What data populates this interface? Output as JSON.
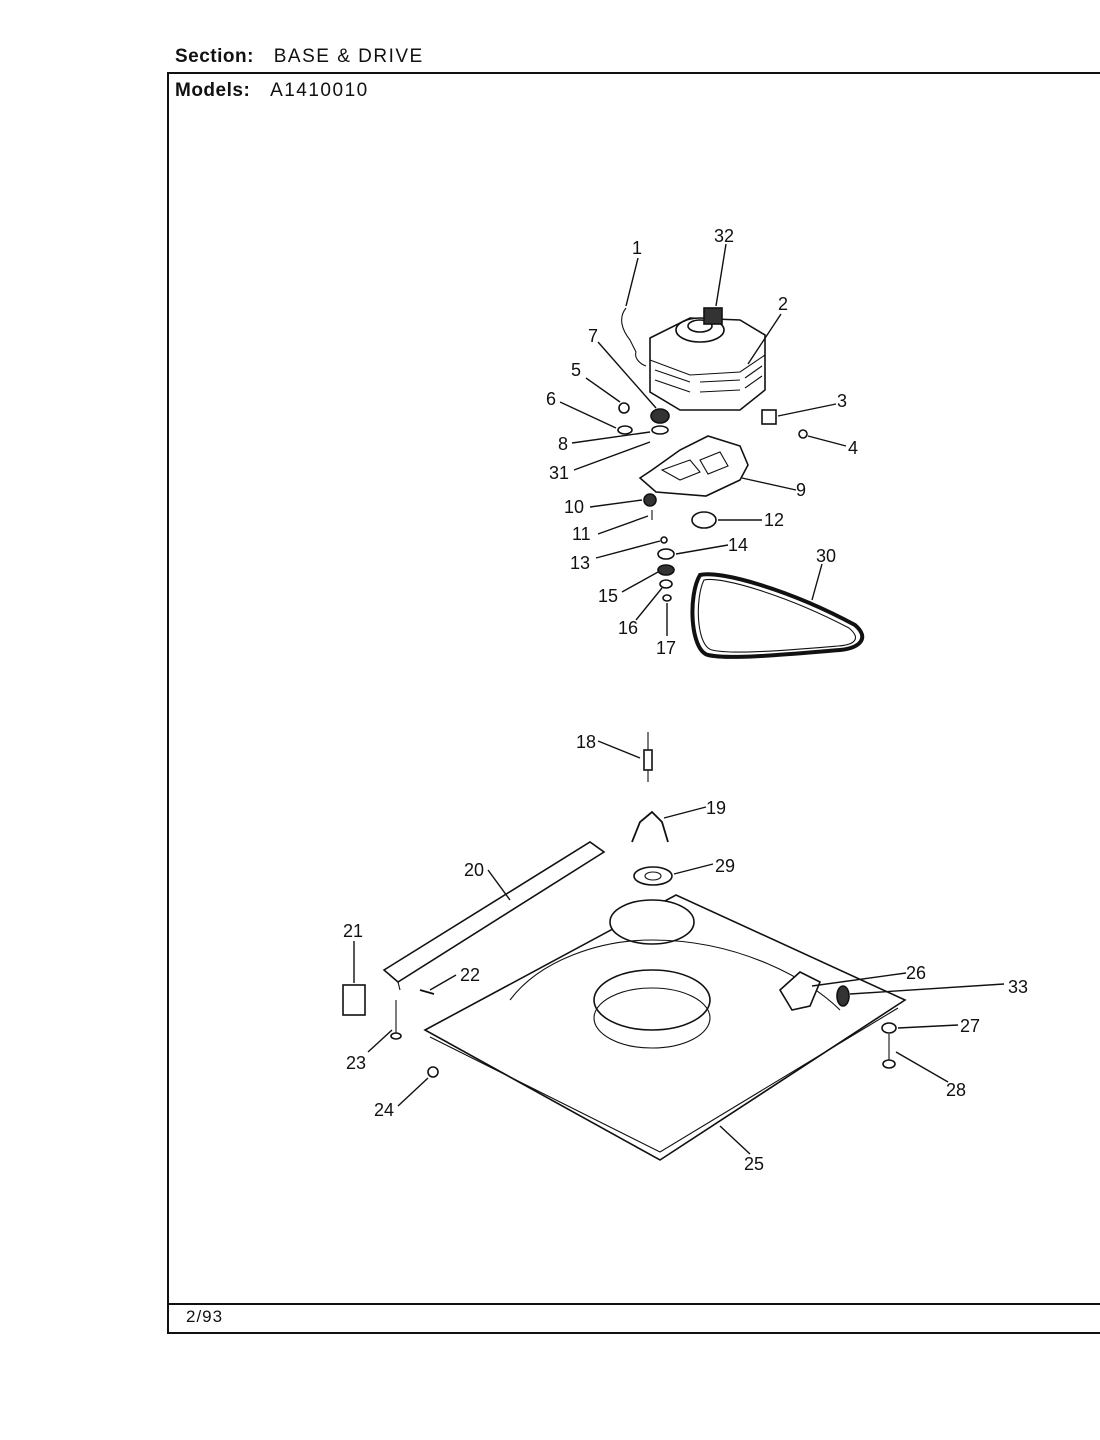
{
  "header": {
    "section_label": "Section:",
    "section_value": "BASE & DRIVE",
    "models_label": "Models:",
    "models_value": "A1410010"
  },
  "footer": {
    "date": "2/93"
  },
  "callouts": [
    "1",
    "2",
    "3",
    "4",
    "5",
    "6",
    "7",
    "8",
    "9",
    "10",
    "11",
    "12",
    "13",
    "14",
    "15",
    "16",
    "17",
    "18",
    "19",
    "20",
    "21",
    "22",
    "23",
    "24",
    "25",
    "26",
    "27",
    "28",
    "29",
    "30",
    "31",
    "32",
    "33"
  ]
}
